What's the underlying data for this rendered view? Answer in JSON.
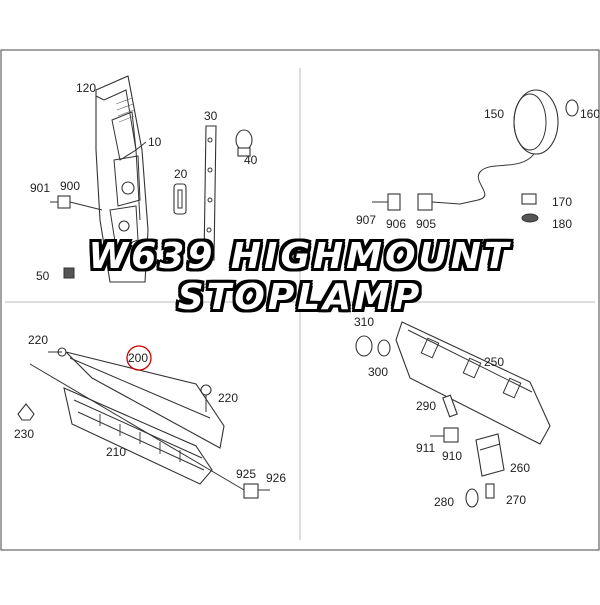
{
  "title": "W639 HIGHMOUNT STOPLAMP",
  "panels": {
    "top_left": {
      "labels": [
        "120",
        "10",
        "30",
        "40",
        "20",
        "901",
        "900",
        "50"
      ]
    },
    "top_right": {
      "labels": [
        "150",
        "160",
        "170",
        "180",
        "907",
        "906",
        "905"
      ]
    },
    "bottom_left": {
      "labels": [
        "220",
        "200",
        "220",
        "230",
        "210",
        "925",
        "926"
      ]
    },
    "bottom_right": {
      "labels": [
        "310",
        "300",
        "250",
        "290",
        "911",
        "910",
        "260",
        "280",
        "270"
      ]
    }
  },
  "highlighted_part": "200",
  "colors": {
    "highlight": "#cc0000",
    "title_fill": "#ffffff",
    "title_outline": "#000000"
  }
}
